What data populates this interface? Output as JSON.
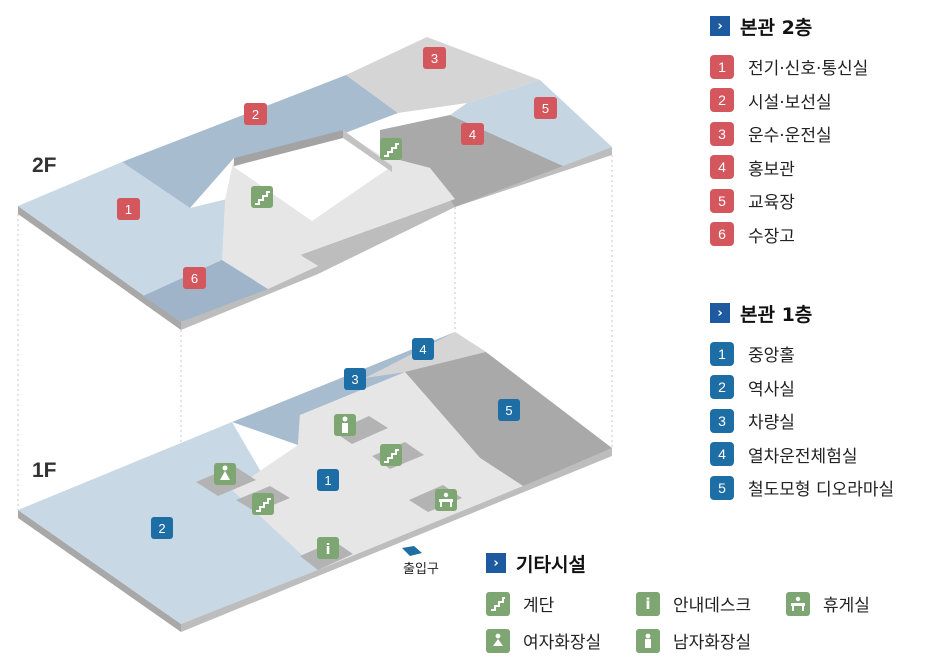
{
  "floors": {
    "f2_label": "2F",
    "f1_label": "1F"
  },
  "legend_2f": {
    "title": "본관 2층",
    "items": [
      {
        "num": "1",
        "label": "전기·신호·통신실"
      },
      {
        "num": "2",
        "label": "시설·보선실"
      },
      {
        "num": "3",
        "label": "운수·운전실"
      },
      {
        "num": "4",
        "label": "홍보관"
      },
      {
        "num": "5",
        "label": "교육장"
      },
      {
        "num": "6",
        "label": "수장고"
      }
    ]
  },
  "legend_1f": {
    "title": "본관 1층",
    "items": [
      {
        "num": "1",
        "label": "중앙홀"
      },
      {
        "num": "2",
        "label": "역사실"
      },
      {
        "num": "3",
        "label": "차량실"
      },
      {
        "num": "4",
        "label": "열차운전체험실"
      },
      {
        "num": "5",
        "label": "철도모형 디오라마실"
      }
    ]
  },
  "facilities": {
    "title": "기타시설",
    "items": [
      {
        "icon": "stairs-icon",
        "label": "계단"
      },
      {
        "icon": "info-icon",
        "label": "안내데스크"
      },
      {
        "icon": "lounge-icon",
        "label": "휴게실"
      },
      {
        "icon": "female-restroom-icon",
        "label": "여자화장실"
      },
      {
        "icon": "male-restroom-icon",
        "label": "남자화장실"
      }
    ]
  },
  "entrance_label": "출입구",
  "colors": {
    "red_marker": "#d4575d",
    "blue_marker": "#1e6ea6",
    "facility_green": "#7ea672",
    "legend_chevron": "#1d5aa0"
  }
}
